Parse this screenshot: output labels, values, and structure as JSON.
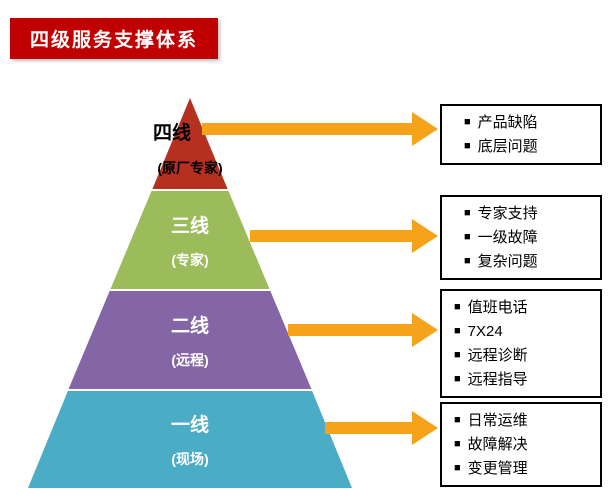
{
  "title": "四级服务支撑体系",
  "bullet_char": "■",
  "pyramid": {
    "levels": [
      {
        "label": "四线",
        "sublabel": "(原厂专家)",
        "color": "#B5301F"
      },
      {
        "label": "三线",
        "sublabel": "(专家)",
        "color": "#9CBB5B"
      },
      {
        "label": "二线",
        "sublabel": "(远程)",
        "color": "#8465A5"
      },
      {
        "label": "一线",
        "sublabel": "(现场)",
        "color": "#4BACC6"
      }
    ]
  },
  "boxes": [
    {
      "items": [
        "产品缺陷",
        "底层问题"
      ]
    },
    {
      "items": [
        "专家支持",
        "一级故障",
        "复杂问题"
      ]
    },
    {
      "items": [
        "值班电话",
        "7X24",
        "远程诊断",
        "远程指导"
      ]
    },
    {
      "items": [
        "日常运维",
        "故障解决",
        "变更管理"
      ]
    }
  ],
  "colors": {
    "title_bg": "#C00000",
    "title_text": "#FFFFFF",
    "arrow": "#F5A31A",
    "level_text": "#FFFFFF",
    "top_label_text": "#000000"
  }
}
